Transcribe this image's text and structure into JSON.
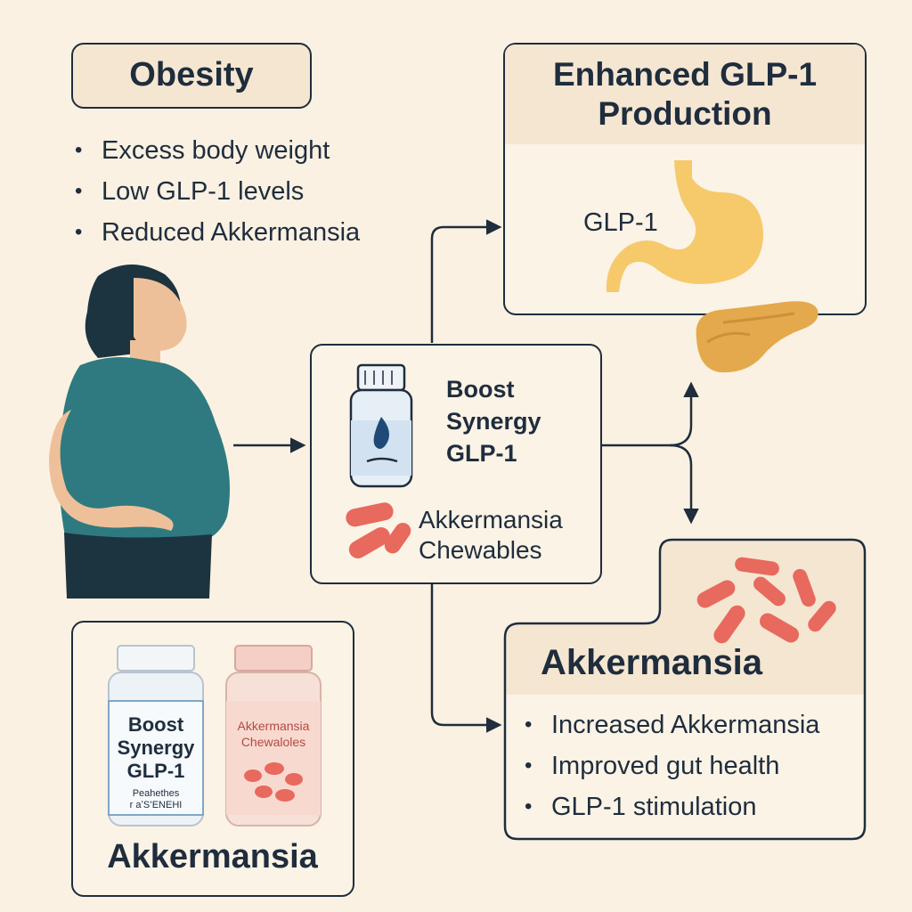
{
  "obesity": {
    "title": "Obesity",
    "bullets": [
      "Excess body weight",
      "Low GLP-1 levels",
      "Reduced Akkermansia"
    ]
  },
  "enhanced": {
    "title_line1": "Enhanced GLP-1",
    "title_line2": "Production",
    "stomach_label": "GLP-1"
  },
  "center": {
    "product1_line1": "Boost",
    "product1_line2": "Synergy",
    "product1_line3": "GLP-1",
    "product2_line1": "Akkermansia",
    "product2_line2": "Chewables"
  },
  "akkermansia_box": {
    "title": "Akkermansia",
    "bullets": [
      "Increased Akkermansia",
      "Improved gut health",
      "GLP-1 stimulation"
    ]
  },
  "products_box": {
    "bottle1_line1": "Boost",
    "bottle1_line2": "Synergy",
    "bottle1_line3": "GLP-1",
    "bottle1_small1": "Peahethes",
    "bottle1_small2": "r aʼS’ENEHI",
    "bottle2_line1": "Akkermansia",
    "bottle2_line2": "Chewaloles",
    "caption": "Akkermansia"
  },
  "colors": {
    "ink": "#1f2d3d",
    "background": "#faf1e2",
    "shirt": "#2e7a80",
    "skin": "#eec09a",
    "hair": "#1c3340",
    "bacteria": "#e8695d",
    "stomach": "#f6c96a",
    "pancreas": "#e4a94c"
  }
}
